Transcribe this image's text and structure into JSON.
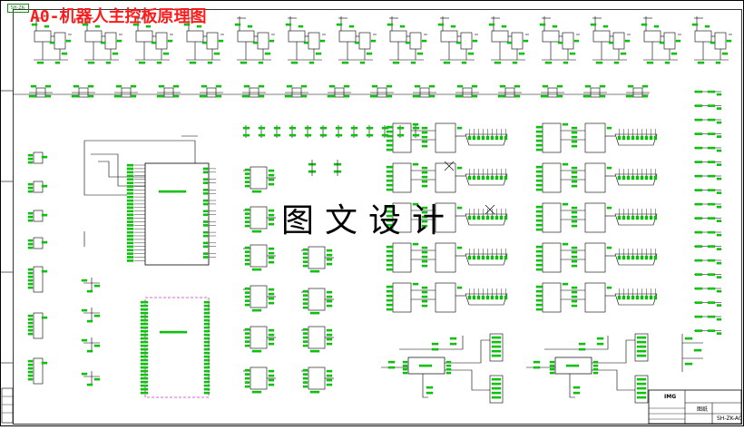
{
  "title": "A0-机器人主控板原理图",
  "watermark": "图文设计",
  "sheet_tag": "SH-ZK-A0",
  "colors": {
    "component": "#00cc00",
    "component_dark": "#128a12",
    "wire": "#000000",
    "title_text": "#ff1a1a",
    "highlight_box": "#cc33cc"
  },
  "title_block": {
    "logo": "IMG",
    "name": "图纸",
    "code": "SH-ZK-A0"
  }
}
